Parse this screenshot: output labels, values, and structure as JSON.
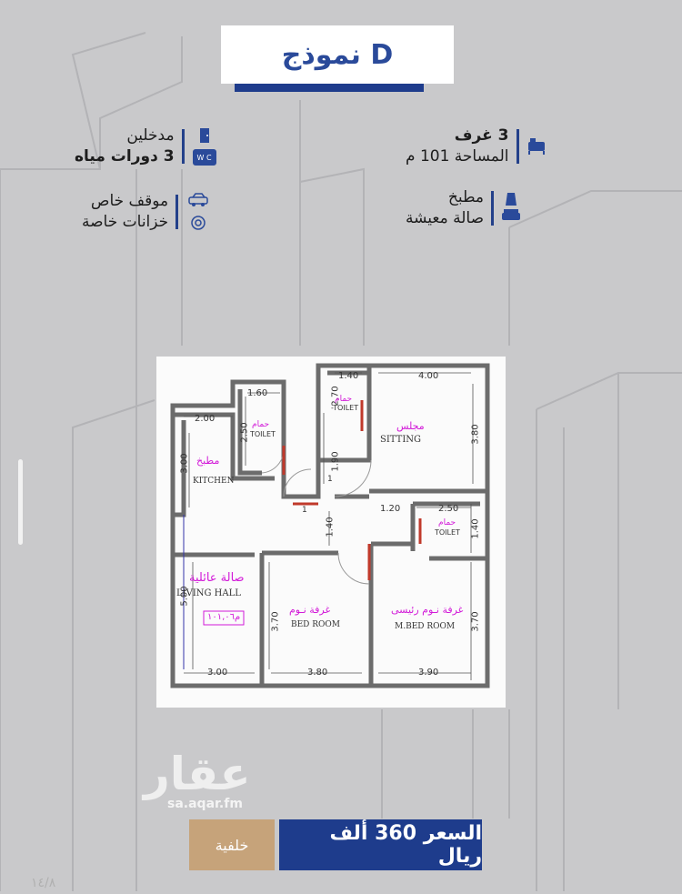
{
  "title": "نموذج D",
  "features": {
    "rooms": "3 غرف",
    "area": "المساحة 101 م",
    "entrances": "مدخلين",
    "bathrooms": "3 دورات مياه",
    "kitchen": "مطبخ",
    "living": "صالة معيشة",
    "parking": "موقف خاص",
    "tanks": "خزانات خاصة",
    "wc_icon_text": "W C"
  },
  "floorplan": {
    "labels": {
      "toilet_ar": "حمام",
      "toilet_en": "TOILET",
      "toilet2_en": "-TOILET",
      "kitchen_ar": "مطبخ",
      "kitchen_en": "KITCHEN",
      "living_ar": "صالة عائلية",
      "living_en": "LIVING HALL",
      "living_area": "م١٠١,٠٦",
      "sitting_ar": "مجلس",
      "sitting_en": "SITTING",
      "bed_ar": "غرفة نـوم",
      "bed_en": "BED ROOM",
      "mbed_ar": "غرفة نـوم رئيسى",
      "mbed_en": "M.BED ROOM",
      "door1": "1",
      "door2": "1"
    },
    "dims": {
      "d160": "1.60",
      "d200": "2.00",
      "d250a": "2.50",
      "d300a": "3.00",
      "d140a": "1.40",
      "d400": "4.00",
      "d270": "2.70",
      "d190": "1.90",
      "d380a": "3.80",
      "d120": "1.20",
      "d140b": "1.40",
      "d250b": "2.50",
      "d140c": "1.40",
      "d500": "5.00",
      "d370a": "3.70",
      "d370b": "3.70",
      "d300b": "3.00",
      "d380b": "3.80",
      "d390": "3.90"
    }
  },
  "watermark": "عقار",
  "watermark_sub": "sa.aqar.fm",
  "buttons": {
    "price": "السعر 360 ألف ريال",
    "background": "خلفية"
  },
  "page_number": "١٤/٨",
  "colors": {
    "accent": "#1e3c8c",
    "secondary": "#c6a37a",
    "label": "#d21ad8"
  }
}
